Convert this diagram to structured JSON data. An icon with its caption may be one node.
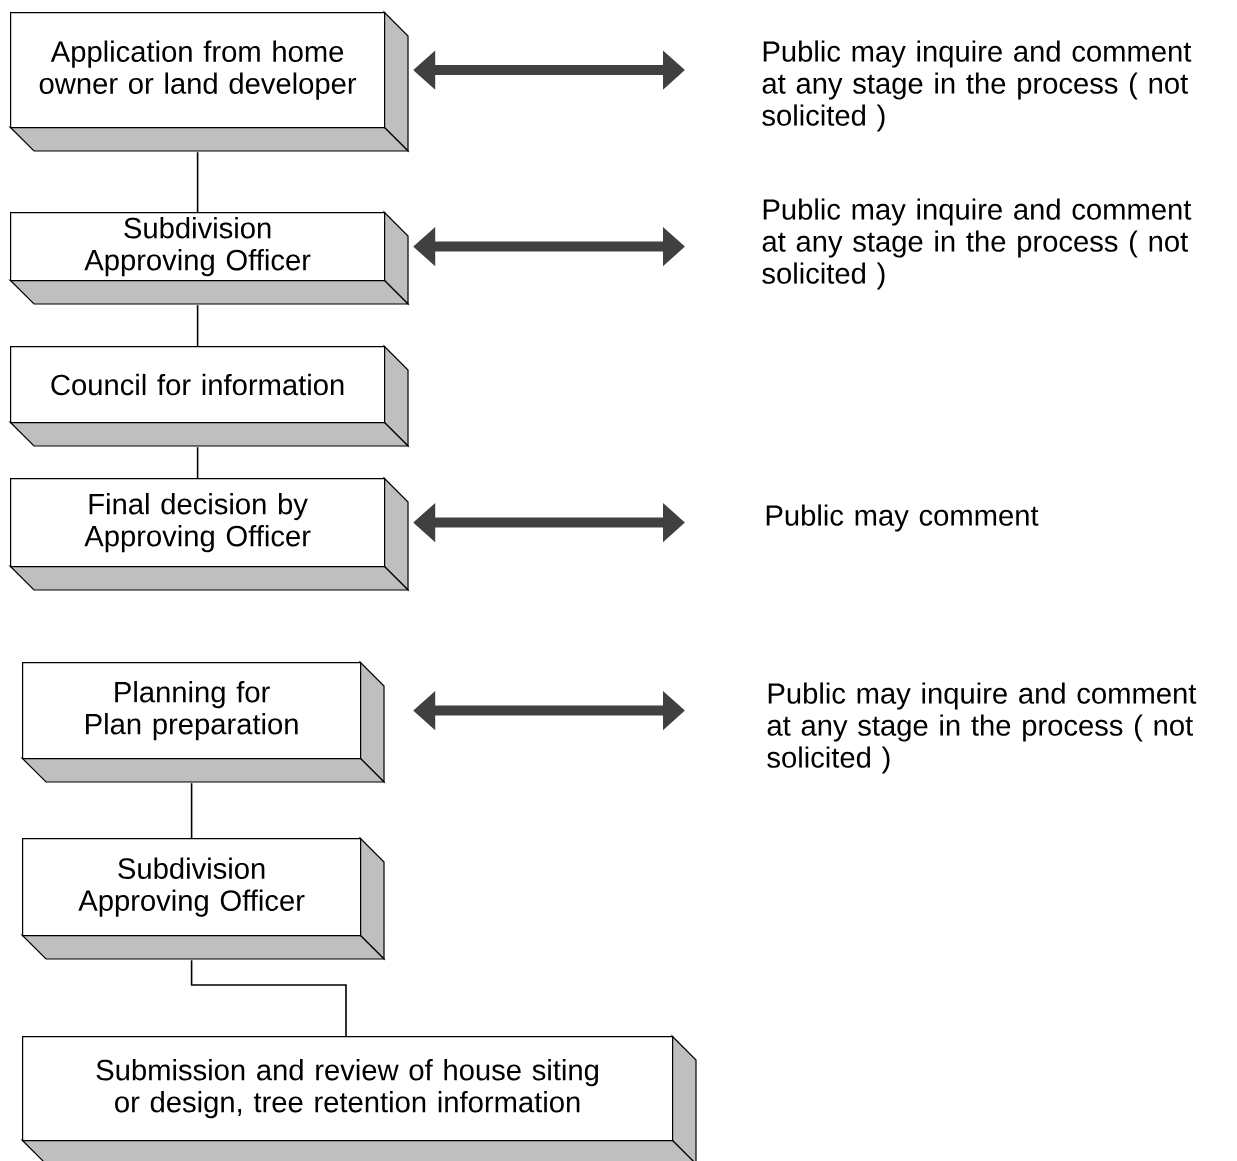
{
  "diagram": {
    "nodes": [
      {
        "text": [
          "Application from home owner or land developer"
        ]
      },
      {
        "text": [
          "Subdivision Approving Officer"
        ]
      },
      {
        "text": [
          "Council for information"
        ]
      },
      {
        "text": [
          "Final decision by Approving Officer"
        ]
      },
      {
        "text": [
          "Planning for Plan preparation"
        ]
      },
      {
        "text": [
          "Subdivision Approving Officer"
        ]
      },
      {
        "text": [
          "Submission and review of house siting or design, tree retention information"
        ]
      },
      {
        "text": [
          "Public may inquire and comment at any stage in the process ( not solicited )"
        ]
      },
      {
        "text": [
          "Public may inquire and comment at any stage in the process ( not solicited )"
        ]
      },
      {
        "text": [
          "Public may comment"
        ]
      },
      {
        "text": [
          "Public may inquire and comment at any stage in the process ( not solicited )"
        ]
      }
    ],
    "edges": [
      {
        "from": 0,
        "to": 1,
        "arrow": "none"
      },
      {
        "from": 1,
        "to": 2,
        "arrow": "none"
      },
      {
        "from": 2,
        "to": 3,
        "arrow": "none"
      },
      {
        "from": 4,
        "to": 5,
        "arrow": "none"
      },
      {
        "from": 5,
        "to": 6,
        "arrow": "none"
      },
      {
        "from": 0,
        "to": 7,
        "arrow": "both",
        "style": "thick"
      },
      {
        "from": 1,
        "to": 8,
        "arrow": "both",
        "style": "thick"
      },
      {
        "from": 3,
        "to": 9,
        "arrow": "both",
        "style": "thick"
      },
      {
        "from": 4,
        "to": 10,
        "arrow": "both",
        "style": "thick"
      }
    ]
  }
}
